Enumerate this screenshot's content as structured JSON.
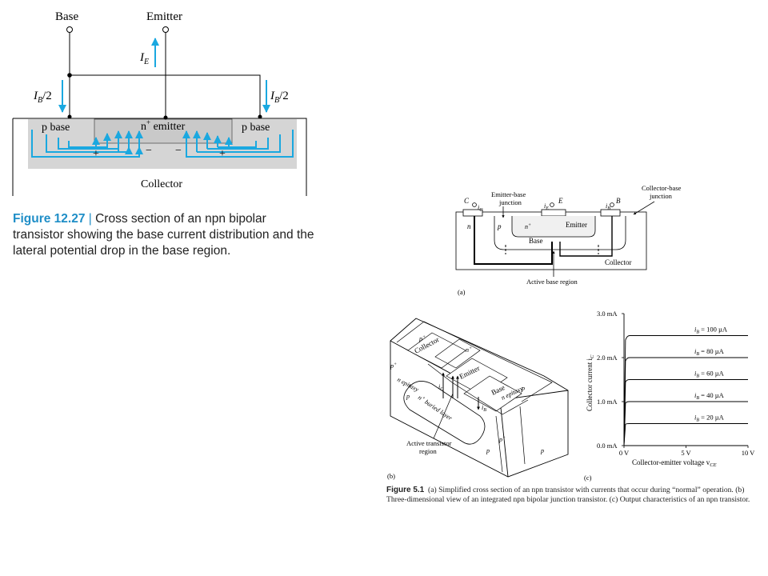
{
  "fig1227": {
    "labels": {
      "base": "Base",
      "emitter": "Emitter",
      "ie_main": "I",
      "ie_sub": "E",
      "ib_main": "I",
      "ib_sub": "B",
      "ib_div": "/2",
      "p_base": "p base",
      "n_plus": "n",
      "plus_sup": "+",
      "emitter_region": " emitter",
      "collector": "Collector",
      "plus": "+",
      "minus": "−"
    },
    "caption_num": "Figure 12.27",
    "caption_bar": " | ",
    "caption_text": "Cross section of an npn bipolar transistor showing the base current distribution and the lateral potential drop in the base region.",
    "colors": {
      "arrow": "#1aa8e0",
      "region": "#d5d5d5",
      "caption": "#1f8ec7"
    }
  },
  "fig51a": {
    "c": "C",
    "ic": "i",
    "ic_sub": "C",
    "e": "E",
    "ie": "i",
    "ie_sub": "E",
    "b": "B",
    "ib": "i",
    "ib_sub": "B",
    "eb_junction_1": "Emitter-base",
    "eb_junction_2": "junction",
    "cb_junction_1": "Collector-base",
    "cb_junction_2": "junction",
    "n": "n",
    "p": "p",
    "nplus": "n",
    "plus": "+",
    "emitter": "Emitter",
    "base": "Base",
    "collector": "Collector",
    "active_base": "Active base region",
    "label_a": "(a)"
  },
  "fig51b": {
    "pplus_1": "p",
    "plus": "+",
    "collector": "Collector",
    "nplus": "n",
    "emitter": "Emitter",
    "base": "Base",
    "n_epitaxy": "n epitaxy",
    "p": "p",
    "buried": "n",
    "buried_rest": " buried layer",
    "ic": "i",
    "ic_sub": "C",
    "ib": "i",
    "ib_sub": "B",
    "active_1": "Active transistor",
    "active_2": "region",
    "label_b": "(b)"
  },
  "chart_data": {
    "type": "line",
    "xlabel": "Collector-emitter voltage v",
    "xlabel_sub": "CE",
    "ylabel": "Collector current i",
    "ylabel_sub": "C",
    "x_ticks": [
      "0 V",
      "5 V",
      "10 V"
    ],
    "y_ticks": [
      "0.0 mA",
      "1.0 mA",
      "2.0 mA",
      "3.0 mA"
    ],
    "xlim": [
      0,
      10
    ],
    "ylim": [
      0,
      3
    ],
    "series": [
      {
        "name": "i_B = 100 µA",
        "label_pre": "i",
        "label_sub": "B",
        "label_post": " = 100 µA",
        "sat": 2.5
      },
      {
        "name": "i_B = 80 µA",
        "label_pre": "i",
        "label_sub": "B",
        "label_post": " = 80 µA",
        "sat": 2.0
      },
      {
        "name": "i_B = 60 µA",
        "label_pre": "i",
        "label_sub": "B",
        "label_post": " = 60 µA",
        "sat": 1.5
      },
      {
        "name": "i_B = 40 µA",
        "label_pre": "i",
        "label_sub": "B",
        "label_post": " = 40 µA",
        "sat": 1.0
      },
      {
        "name": "i_B = 20 µA",
        "label_pre": "i",
        "label_sub": "B",
        "label_post": " = 20 µA",
        "sat": 0.5
      }
    ],
    "label_c": "(c)"
  },
  "fig51_caption": {
    "num": "Figure 5.1",
    "text": "(a) Simplified cross section of an npn transistor with currents that occur during “normal” operation. (b) Three-dimensional view of an integrated npn bipolar junction transistor. (c) Output characteristics of an npn transistor."
  }
}
